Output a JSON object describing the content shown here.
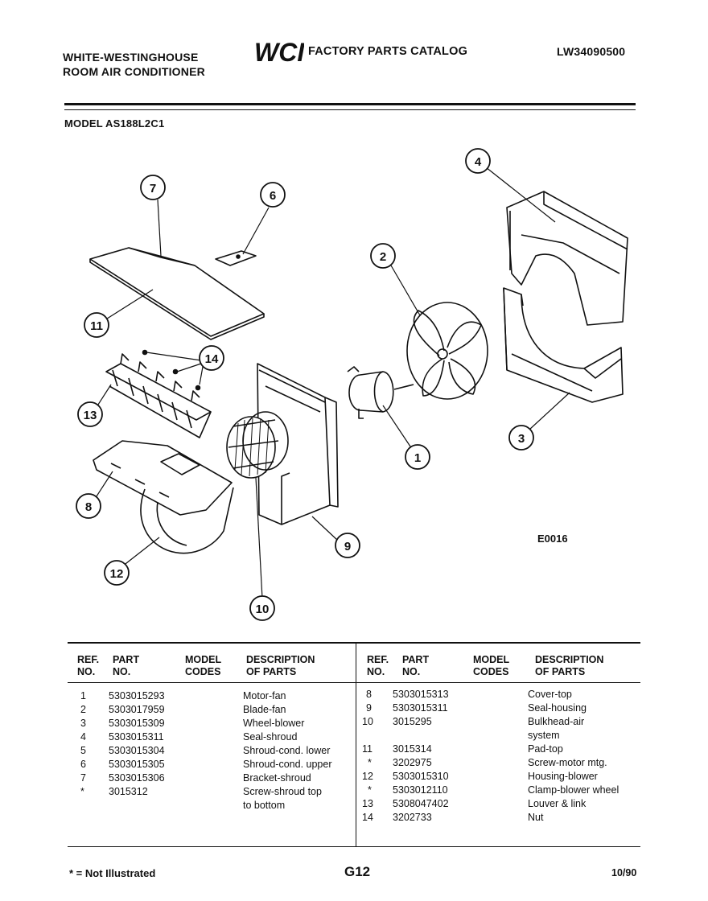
{
  "header": {
    "brand_line1": "WHITE-WESTINGHOUSE",
    "brand_line2": "ROOM AIR CONDITIONER",
    "logo_text": "WCI",
    "catalog_title": "FACTORY PARTS CATALOG",
    "catalog_number": "LW34090500",
    "model_label": "MODEL AS188L2C1"
  },
  "diagram": {
    "drawing_code": "E0016",
    "callouts": [
      "1",
      "2",
      "3",
      "4",
      "6",
      "7",
      "8",
      "9",
      "10",
      "11",
      "12",
      "13",
      "14"
    ]
  },
  "table": {
    "headers": {
      "ref": "REF.",
      "no": "NO.",
      "part": "PART",
      "part_no": "NO.",
      "model": "MODEL",
      "codes": "CODES",
      "desc": "DESCRIPTION",
      "of_parts": "OF PARTS"
    },
    "left_rows": [
      {
        "ref": "1",
        "part": "5303015293",
        "model": "",
        "desc": "Motor-fan"
      },
      {
        "ref": "2",
        "part": "5303017959",
        "model": "",
        "desc": "Blade-fan"
      },
      {
        "ref": "3",
        "part": "5303015309",
        "model": "",
        "desc": "Wheel-blower"
      },
      {
        "ref": "4",
        "part": "5303015311",
        "model": "",
        "desc": "Seal-shroud"
      },
      {
        "ref": "5",
        "part": "5303015304",
        "model": "",
        "desc": "Shroud-cond. lower"
      },
      {
        "ref": "6",
        "part": "5303015305",
        "model": "",
        "desc": "Shroud-cond. upper"
      },
      {
        "ref": "7",
        "part": "5303015306",
        "model": "",
        "desc": "Bracket-shroud"
      },
      {
        "ref": "*",
        "part": "3015312",
        "model": "",
        "desc": "Screw-shroud top"
      },
      {
        "ref": "",
        "part": "",
        "model": "",
        "desc": "to bottom"
      }
    ],
    "right_rows": [
      {
        "ref": "8",
        "part": "5303015313",
        "model": "",
        "desc": "Cover-top"
      },
      {
        "ref": "9",
        "part": "5303015311",
        "model": "",
        "desc": "Seal-housing"
      },
      {
        "ref": "10",
        "part": "3015295",
        "model": "",
        "desc": "Bulkhead-air"
      },
      {
        "ref": "",
        "part": "",
        "model": "",
        "desc": "system"
      },
      {
        "ref": "11",
        "part": "3015314",
        "model": "",
        "desc": "Pad-top"
      },
      {
        "ref": "*",
        "part": "3202975",
        "model": "",
        "desc": "Screw-motor mtg."
      },
      {
        "ref": "12",
        "part": "5303015310",
        "model": "",
        "desc": "Housing-blower"
      },
      {
        "ref": "*",
        "part": "5303012110",
        "model": "",
        "desc": "Clamp-blower wheel"
      },
      {
        "ref": "13",
        "part": "5308047402",
        "model": "",
        "desc": "Louver & link"
      },
      {
        "ref": "14",
        "part": "3202733",
        "model": "",
        "desc": "Nut"
      }
    ]
  },
  "footer": {
    "note": "* = Not Illustrated",
    "page": "G12",
    "date": "10/90"
  }
}
